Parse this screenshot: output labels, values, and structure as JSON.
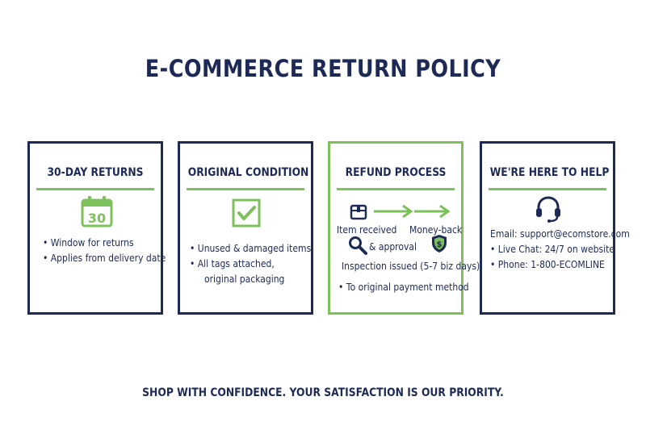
{
  "page_title": "E-COMMERCE RETURN POLICY",
  "colors": {
    "navy": "#1c2a55",
    "green": "#7cc159"
  },
  "cards": [
    {
      "title": "30-DAY RETURNS",
      "icon": "calendar-icon",
      "icon_text": "30",
      "items": [
        "• Window for returns",
        "• Applies from delivery date"
      ]
    },
    {
      "title": "ORIGINAL CONDITION",
      "icon": "checkbox-icon",
      "items": [
        "• Unused & damaged items",
        "• All tags attached,",
        "original packaging"
      ]
    },
    {
      "title": "REFUND PROCESS",
      "icons": [
        "package-icon",
        "arrow-right-icon",
        "magnifier-icon",
        "shield-dollar-icon"
      ],
      "step1": "Item received",
      "step2": "Money-back",
      "step3": "& approval",
      "step4": "Inspection issued (5-7 biz days)",
      "bullet": "• To original payment method"
    },
    {
      "title": "WE'RE HERE TO HELP",
      "icon": "headset-icon",
      "items": [
        "Email: support@ecomstore.com",
        "• Live Chat: 24/7 on website",
        "• Phone: 1-800-ECOMLINE"
      ]
    }
  ],
  "footer": "SHOP WITH CONFIDENCE. YOUR SATISFACTION IS OUR PRIORITY."
}
